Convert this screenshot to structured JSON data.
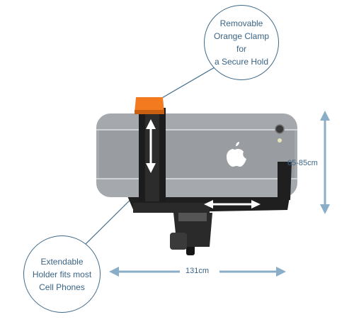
{
  "callouts": {
    "clamp": {
      "line1": "Removable",
      "line2": "Orange Clamp for",
      "line3": "a Secure Hold"
    },
    "holder": {
      "line1": "Extendable",
      "line2": "Holder fits most",
      "line3": "Cell Phones"
    }
  },
  "dimensions": {
    "height_range": "65-85cm",
    "length": "131cm"
  },
  "colors": {
    "callout_border": "#3f6a8a",
    "callout_text": "#3a6486",
    "clamp_orange": "#f47a20",
    "phone_body": "#a5a9ad",
    "holder_black": "#1c1c1c",
    "arrow_blue": "#8aaec8"
  }
}
